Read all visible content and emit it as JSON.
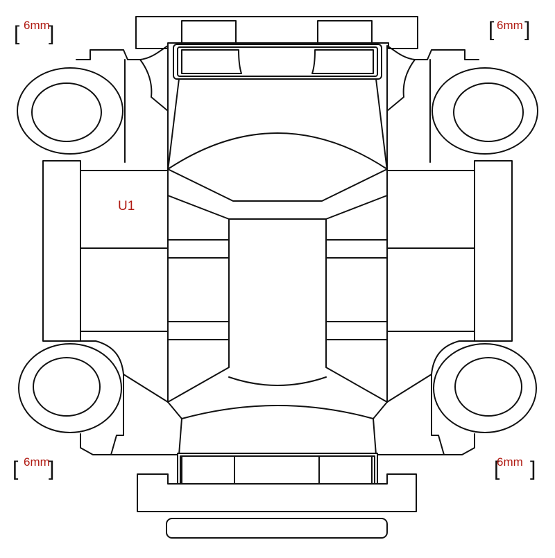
{
  "colors": {
    "outline": "#111111",
    "label": "#b01a12",
    "background": "#ffffff"
  },
  "markers": {
    "top_left": "6mm",
    "top_right": "6mm",
    "bottom_left": "6mm",
    "bottom_right": "6mm"
  },
  "damage_labels": {
    "u1": "U1"
  }
}
